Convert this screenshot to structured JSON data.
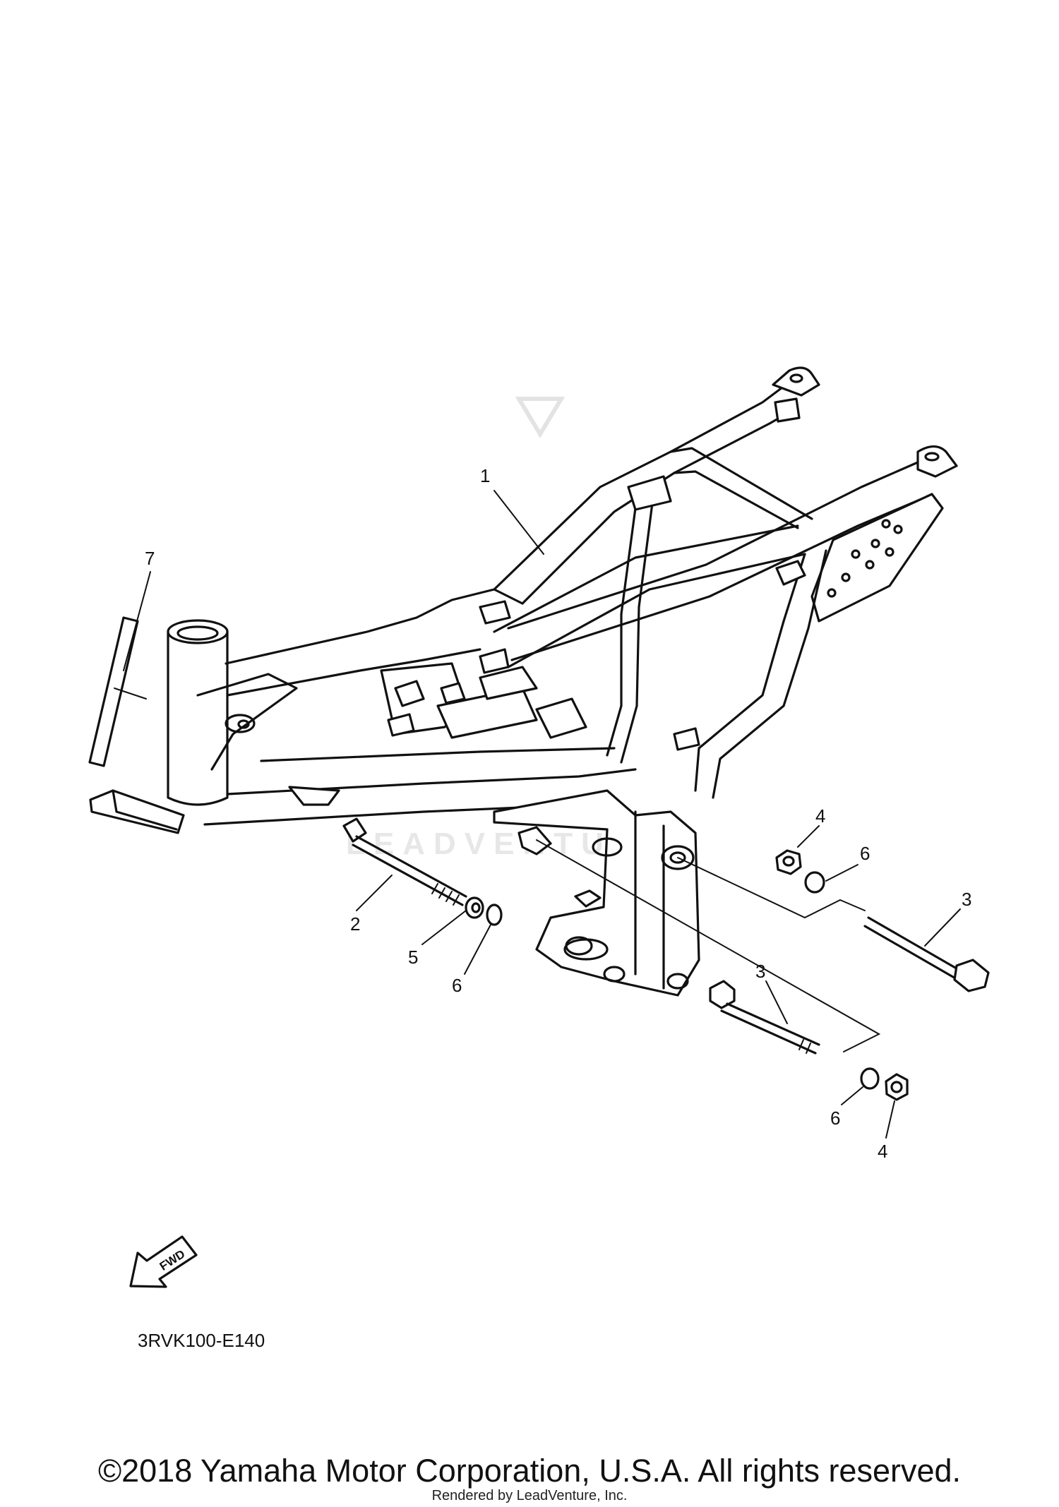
{
  "diagram": {
    "callouts": [
      "1",
      "2",
      "3",
      "3",
      "4",
      "4",
      "5",
      "6",
      "6",
      "6",
      "7"
    ],
    "fwd_label": "FWD",
    "watermark": "LEADVENTURE",
    "drawing_code": "3RVK100-E140"
  },
  "footer": {
    "copyright": "©2018 Yamaha Motor Corporation, U.S.A. All rights reserved.",
    "rendered_by": "Rendered by LeadVenture, Inc."
  }
}
